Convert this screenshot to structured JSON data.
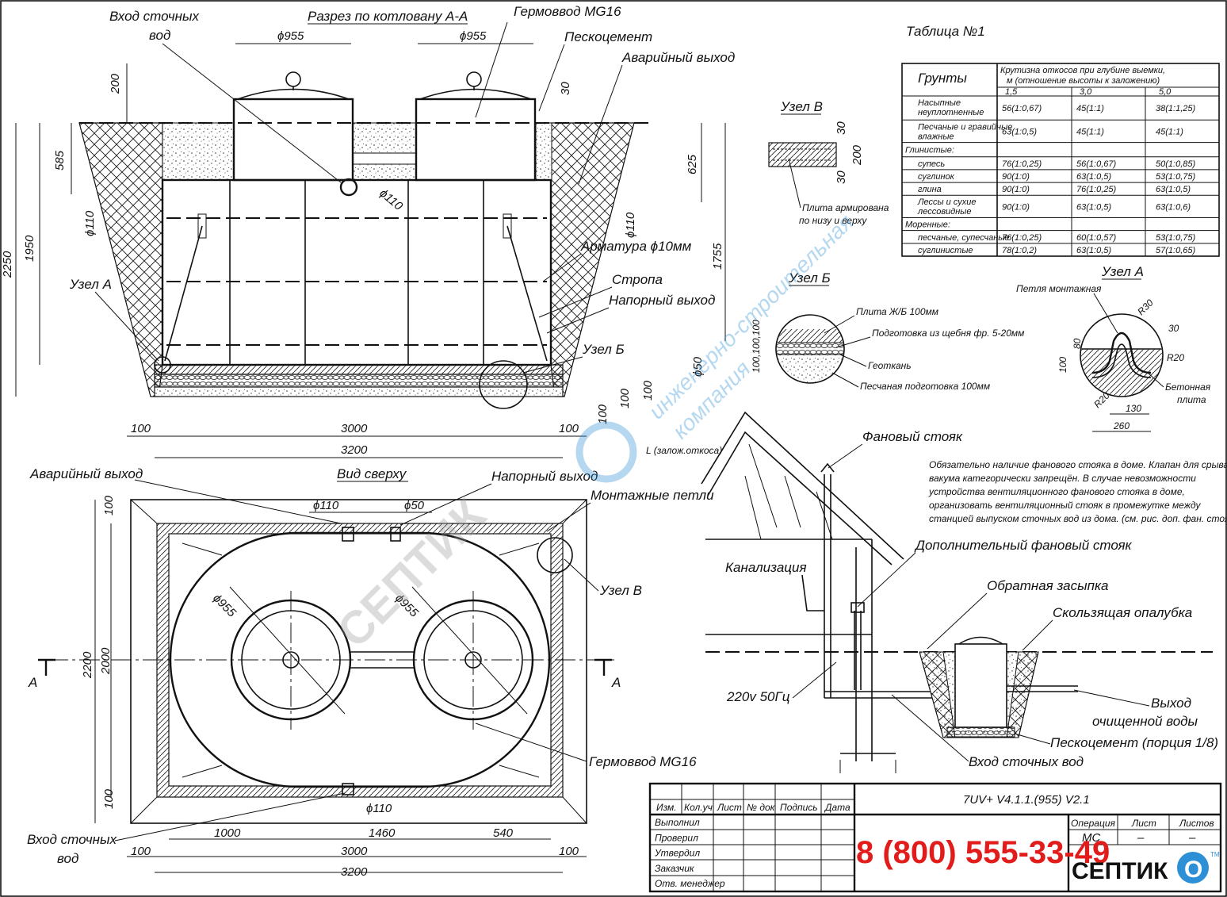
{
  "sections": {
    "section_aa": "Разрез по котловану А-А",
    "top_view": "Вид сверху",
    "table_title": "Таблица №1",
    "node_v": "Узел В",
    "node_b": "Узел Б",
    "node_a": "Узел А"
  },
  "section_labels": {
    "inlet": "Вход сточных",
    "inlet2": "вод",
    "hermetic": "Гермоввод MG16",
    "sand_cement": "Пескоцемент",
    "emergency": "Аварийный выход",
    "rebar": "Арматура ϕ10мм",
    "sling": "Стропа",
    "pressure": "Напорный выход",
    "node_a": "Узел А",
    "node_b": "Узел Б",
    "slope": "L (залож.откоса)"
  },
  "section_dims": {
    "d955a": "ϕ955",
    "d955b": "ϕ955",
    "d200": "200",
    "d30": "30",
    "d585": "585",
    "d625": "625",
    "d110a": "ϕ110",
    "d110b": "ϕ110",
    "d110c": "ϕ110",
    "d1950": "1950",
    "d2250": "2250",
    "d1755": "1755",
    "d50": "ϕ50",
    "d100a": "100",
    "d100b": "100",
    "d100c": "100",
    "d100l": "100",
    "d100r": "100",
    "d3000": "3000",
    "d3200": "3200"
  },
  "top_labels": {
    "emergency": "Аварийный выход",
    "pressure": "Напорный выход",
    "loops": "Монтажные петли",
    "node_v": "Узел В",
    "hermetic": "Гермоввод MG16",
    "inlet": "Вход сточных",
    "inlet2": "вод",
    "a_left": "А",
    "a_right": "А"
  },
  "top_dims": {
    "d110": "ϕ110",
    "d50": "ϕ50",
    "d955a": "ϕ955",
    "d955b": "ϕ955",
    "d100t": "100",
    "d100b": "100",
    "d2200": "2200",
    "d2000": "2000",
    "d110b": "ϕ110",
    "d1000": "1000",
    "d1460": "1460",
    "d540": "540",
    "d100l": "100",
    "d3000": "3000",
    "d100r": "100",
    "d3200": "3200"
  },
  "node_v": {
    "d30a": "30",
    "d200": "200",
    "d30b": "30",
    "note1": "Плита армирована",
    "note2": "по низу и верху"
  },
  "node_b": {
    "l1": "Плита Ж/Б 100мм",
    "l2": "Подготовка из щебня фр. 5-20мм",
    "l3": "Геоткань",
    "l4": "Песчаная подготовка 100мм",
    "dims": "100,100,100"
  },
  "node_a": {
    "loop": "Петля монтажная",
    "r30": "R30",
    "d30": "30",
    "r20a": "R20",
    "r20b": "R20",
    "d100": "100",
    "d80": "80",
    "d130": "130",
    "d260": "260",
    "plate1": "Бетонная",
    "plate2": "плита"
  },
  "soil_table": {
    "head_soil": "Грунты",
    "head_desc1": "Крутизна откосов при глубине выемки,",
    "head_desc2": "м (отношение высоты к заложению)",
    "depths": [
      "1,5",
      "3,0",
      "5,0"
    ],
    "rows": [
      {
        "name": [
          "Насыпные",
          "неуплотненные"
        ],
        "v": [
          "56(1:0,67)",
          "45(1:1)",
          "38(1:1,25)"
        ]
      },
      {
        "name": [
          "Песчаные и гравийные",
          "влажные"
        ],
        "v": [
          "63(1:0,5)",
          "45(1:1)",
          "45(1:1)"
        ]
      },
      {
        "name": [
          "Глинистые:"
        ],
        "v": [
          "",
          "",
          ""
        ]
      },
      {
        "name": [
          "супесь"
        ],
        "v": [
          "76(1:0,25)",
          "56(1:0,67)",
          "50(1:0,85)"
        ]
      },
      {
        "name": [
          "суглинок"
        ],
        "v": [
          "90(1:0)",
          "63(1:0,5)",
          "53(1:0,75)"
        ]
      },
      {
        "name": [
          "глина"
        ],
        "v": [
          "90(1:0)",
          "76(1:0,25)",
          "63(1:0,5)"
        ]
      },
      {
        "name": [
          "Лессы и сухие",
          "лессовидные"
        ],
        "v": [
          "90(1:0)",
          "63(1:0,5)",
          "63(1:0,6)"
        ]
      },
      {
        "name": [
          "Моренные:"
        ],
        "v": [
          "",
          "",
          ""
        ]
      },
      {
        "name": [
          "песчаные, супесчаные"
        ],
        "v": [
          "76(1:0,25)",
          "60(1:0,57)",
          "53(1:0,75)"
        ]
      },
      {
        "name": [
          "суглинистые"
        ],
        "v": [
          "78(1:0,2)",
          "63(1:0,5)",
          "57(1:0,65)"
        ]
      }
    ]
  },
  "house": {
    "vent": "Фановый стояк",
    "note": [
      "Обязательно наличие фанового стояка в доме. Клапан для срыва",
      "вакума категорически запрещён. В случае невозможности",
      "устройства вентиляционного фанового стояка в доме,",
      "организовать вентиляционный стояк в промежутке между",
      "станцией выпуском сточных вод из дома. (см. рис. доп. фан. стояк)."
    ],
    "extra_vent": "Дополнительный фановый стояк",
    "sewer": "Канализация",
    "backfill": "Обратная засыпка",
    "formwork": "Скользящая опалубка",
    "outlet1": "Выход",
    "outlet2": "очищенной воды",
    "sand_cement": "Пескоцемент (порция 1/8)",
    "inlet": "Вход сточных вод",
    "power": "220v 50Гц"
  },
  "title_block": {
    "cols": [
      "Изм.",
      "Кол.уч",
      "Лист",
      "№ док",
      "Подпись",
      "Дата"
    ],
    "rows": [
      "Выполнил",
      "Проверил",
      "Утвердил",
      "Заказчик",
      "Отв. менеджер"
    ],
    "model": "7UV+ V4.1.1.(955) V2.1",
    "operation": "Операция",
    "sheet": "Лист",
    "sheets": "Листов",
    "mc": "МС",
    "dash1": "–",
    "dash2": "–",
    "phone": "8 (800) 555-33-49",
    "brand": "СЕПТИК",
    "brand_o": "О",
    "tm": "TM"
  },
  "watermark": {
    "line1": "СЕПТИК",
    "line2": "инженерно-строительная",
    "line3": "компания"
  },
  "colors": {
    "phone": "#e21b1b",
    "brand_blue": "#2d8fd5",
    "watermark": "#c9c9c9"
  }
}
